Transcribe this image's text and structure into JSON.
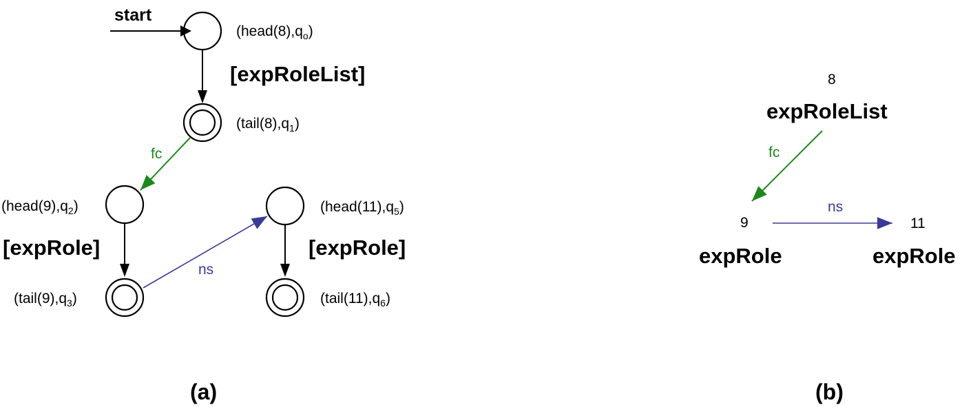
{
  "colors": {
    "black": "#000000",
    "fc": "#1a8a1a",
    "ns": "#3a3a9a"
  },
  "diagram_a": {
    "caption": "(a)",
    "start_label": "start",
    "states": [
      {
        "id": "s0",
        "label_main": "(head(8),q",
        "label_sub": "o",
        "label_end": ")",
        "accepting": false
      },
      {
        "id": "s1",
        "label_main": "(tail(8),q",
        "label_sub": "1",
        "label_end": ")",
        "accepting": true
      },
      {
        "id": "s2",
        "label_main": "(head(9),q",
        "label_sub": "2",
        "label_end": ")",
        "accepting": false
      },
      {
        "id": "s3",
        "label_main": "(tail(9),q",
        "label_sub": "3",
        "label_end": ")",
        "accepting": true
      },
      {
        "id": "s5",
        "label_main": "(head(11),q",
        "label_sub": "5",
        "label_end": ")",
        "accepting": false
      },
      {
        "id": "s6",
        "label_main": "(tail(11),q",
        "label_sub": "6",
        "label_end": ")",
        "accepting": true
      }
    ],
    "transitions": {
      "s0_s1": "[expRoleList]",
      "s1_s2": "fc",
      "s2_s3": "[expRole]",
      "s3_s5": "ns",
      "s5_s6": "[expRole]"
    }
  },
  "diagram_b": {
    "caption": "(b)",
    "nodes": [
      {
        "id": "n8",
        "number": "8",
        "label": "expRoleList"
      },
      {
        "id": "n9",
        "number": "9",
        "label": "expRole"
      },
      {
        "id": "n11",
        "number": "11",
        "label": "expRole"
      }
    ],
    "edges": {
      "n8_n9": "fc",
      "n9_n11": "ns"
    }
  }
}
